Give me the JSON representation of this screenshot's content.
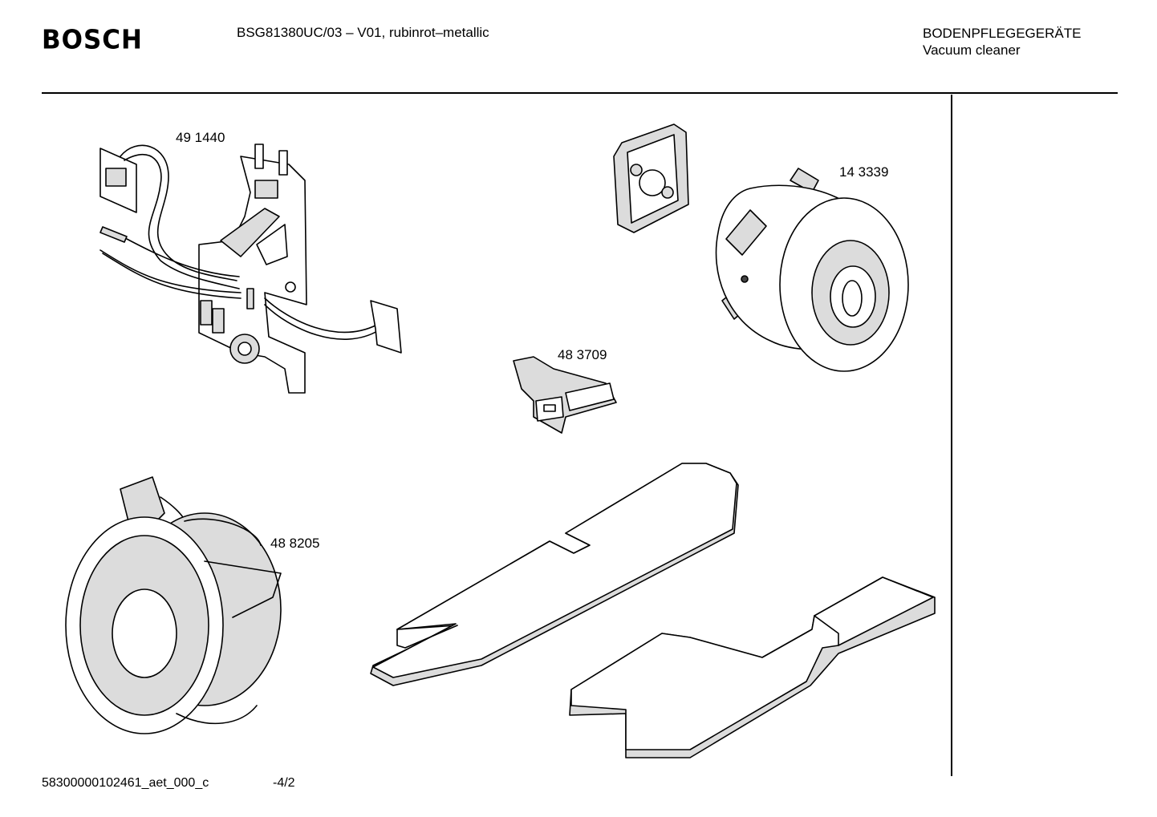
{
  "header": {
    "brand": "BOSCH",
    "model": "BSG81380UC/03 – V01, rubinrot–metallic",
    "category_de": "BODENPFLEGEGERÄTE",
    "category_en": "Vacuum cleaner"
  },
  "parts": [
    {
      "number": "49 1440",
      "icon": "circuit-board-with-wiring"
    },
    {
      "number": "14 3339",
      "icon": "motor"
    },
    {
      "number": "48 3709",
      "icon": "plastic-clip"
    },
    {
      "number": "48 8205",
      "icon": "cable-reel"
    }
  ],
  "extra_parts": [
    {
      "icon": "motor-mount-gasket"
    },
    {
      "icon": "foam-filter-strip"
    },
    {
      "icon": "foam-filter-strip"
    }
  ],
  "footer": {
    "doc_id": "58300000102461_aet_000_c",
    "page": "-4/2"
  }
}
